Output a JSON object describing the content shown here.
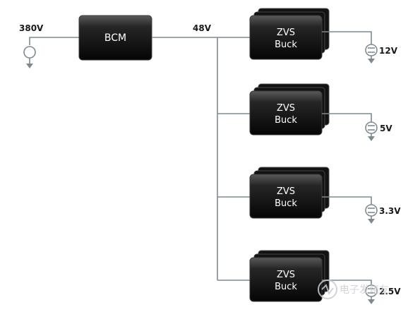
{
  "input_voltage": "380V",
  "bus_voltage": "48V",
  "bcm": {
    "label": "BCM"
  },
  "converters": [
    {
      "line1": "ZVS",
      "line2": "Buck",
      "output": "12V"
    },
    {
      "line1": "ZVS",
      "line2": "Buck",
      "output": "5V"
    },
    {
      "line1": "ZVS",
      "line2": "Buck",
      "output": "3.3V"
    },
    {
      "line1": "ZVS",
      "line2": "Buck",
      "output": "2.5V"
    }
  ],
  "watermark": "电子发烧友",
  "colors": {
    "wire": "#7f8a90",
    "box": "#121212",
    "box_text": "#ffffff"
  }
}
